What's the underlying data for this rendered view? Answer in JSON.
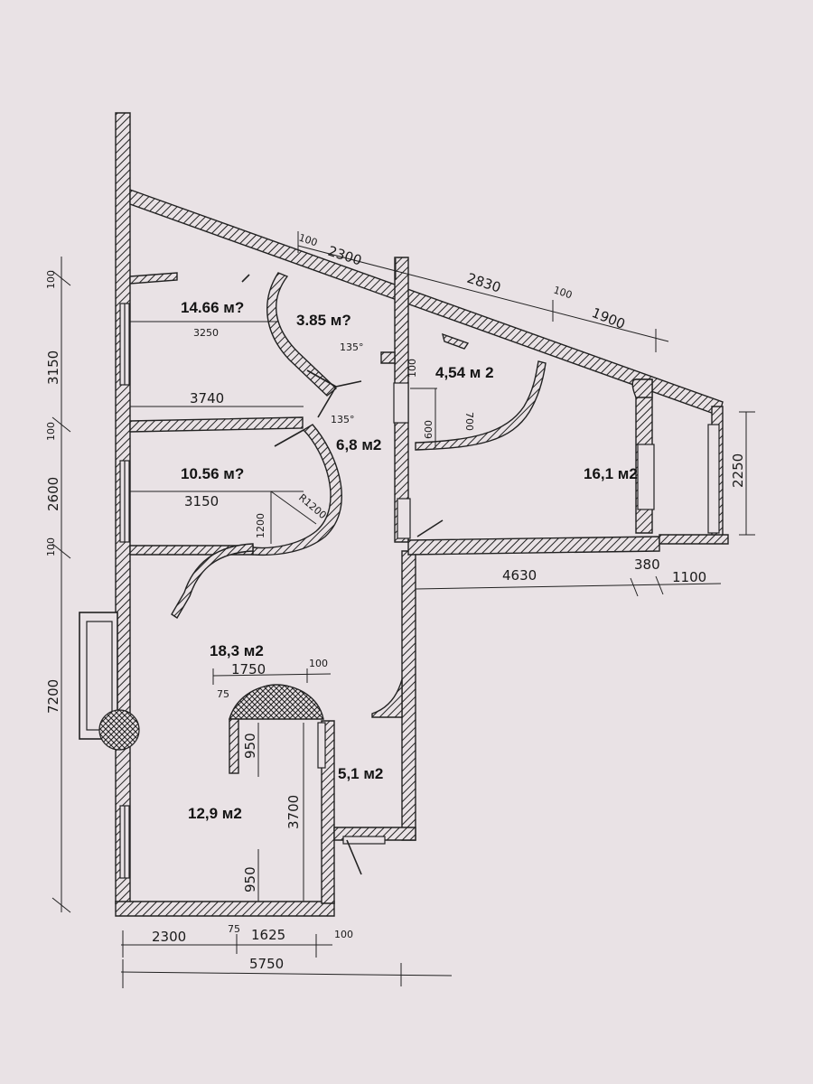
{
  "rooms": [
    {
      "id": "r1",
      "area": "14.66 м?"
    },
    {
      "id": "r2",
      "area": "3.85 м?"
    },
    {
      "id": "r3",
      "area": "4,54 м 2"
    },
    {
      "id": "r4",
      "area": "6,8 м2"
    },
    {
      "id": "r5",
      "area": "10.56 м?"
    },
    {
      "id": "r6",
      "area": "16,1 м2"
    },
    {
      "id": "r7",
      "area": "18,3 м2"
    },
    {
      "id": "r8",
      "area": "5,1 м2"
    },
    {
      "id": "r9",
      "area": "12,9 м2"
    }
  ],
  "dimensions": {
    "top_100": "100",
    "top_2300": "2300",
    "top_2830": "2830",
    "top_100b": "100",
    "top_1900": "1900",
    "r1_width": "3250",
    "corridor_3740": "3740",
    "r5_width": "3150",
    "r5_1200": "1200",
    "r5_radius": "R1200",
    "angle_top": "135°",
    "angle_bottom": "135°",
    "r3_100": "100",
    "r3_700": "700",
    "r3_600": "600",
    "right_2250": "2250",
    "bottom_4630": "4630",
    "bottom_380": "380",
    "bottom_1100": "1100",
    "kitchen_1750": "1750",
    "kitchen_100": "100",
    "kitchen_75": "75",
    "bath_950a": "950",
    "bath_3700": "3700",
    "bath_950b": "950",
    "base_2300": "2300",
    "base_75": "75",
    "base_1625": "1625",
    "base_100": "100",
    "base_total": "5750",
    "left_100a": "100",
    "left_3150": "3150",
    "left_100b": "100",
    "left_2600": "2600",
    "left_100c": "100",
    "left_7200": "7200"
  }
}
